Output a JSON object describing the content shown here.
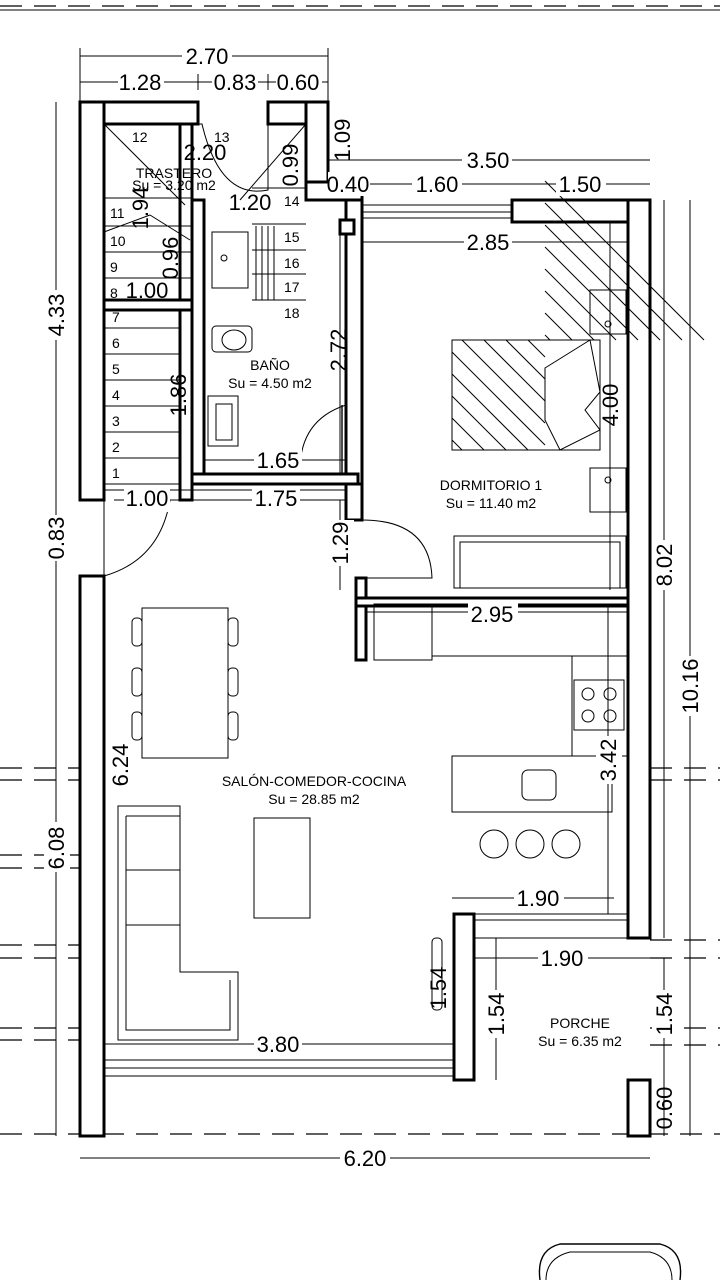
{
  "rooms": [
    {
      "name": "TRASTERO",
      "area": "Su = 3.20 m2"
    },
    {
      "name": "BAÑO",
      "area": "Su = 4.50 m2"
    },
    {
      "name": "DORMITORIO 1",
      "area": "Su = 11.40 m2"
    },
    {
      "name": "SALÓN-COMEDOR-COCINA",
      "area": "Su = 28.85 m2"
    },
    {
      "name": "PORCHE",
      "area": "Su = 6.35 m2"
    }
  ],
  "dimensions": {
    "top_total": "2.70",
    "top_a": "1.28",
    "top_b": "0.83",
    "top_c": "0.60",
    "trastero_width": "2.20",
    "trastero_door": "0.99",
    "right_top_small": "1.09",
    "right_total": "3.50",
    "right_a": "0.40",
    "right_b": "1.60",
    "right_c": "1.50",
    "landing": "1.20",
    "stair_a": "1.94",
    "stair_b": "0.96",
    "stair_c": "1.00",
    "bed_width": "2.85",
    "bath_height": "2.72",
    "bed_height": "4.00",
    "left_top": "4.33",
    "stair_d": "1.86",
    "bath_width": "1.65",
    "hall_a": "1.00",
    "hall_b": "1.75",
    "left_gap": "0.83",
    "door_hall": "1.29",
    "kitchen_width": "2.95",
    "right_mid": "8.02",
    "right_total_v": "10.16",
    "kitchen_height": "3.42",
    "living_height": "6.24",
    "left_bottom": "6.08",
    "porch_a": "1.90",
    "porch_b": "1.90",
    "porch_h1": "1.54",
    "porch_h2": "1.54",
    "porch_h3": "1.54",
    "living_width": "3.80",
    "pillar": "0.60",
    "bottom_total": "6.20"
  },
  "stair_numbers": [
    "1",
    "2",
    "3",
    "4",
    "5",
    "6",
    "7",
    "8",
    "9",
    "10",
    "11",
    "12",
    "13",
    "14",
    "15",
    "16",
    "17",
    "18"
  ]
}
